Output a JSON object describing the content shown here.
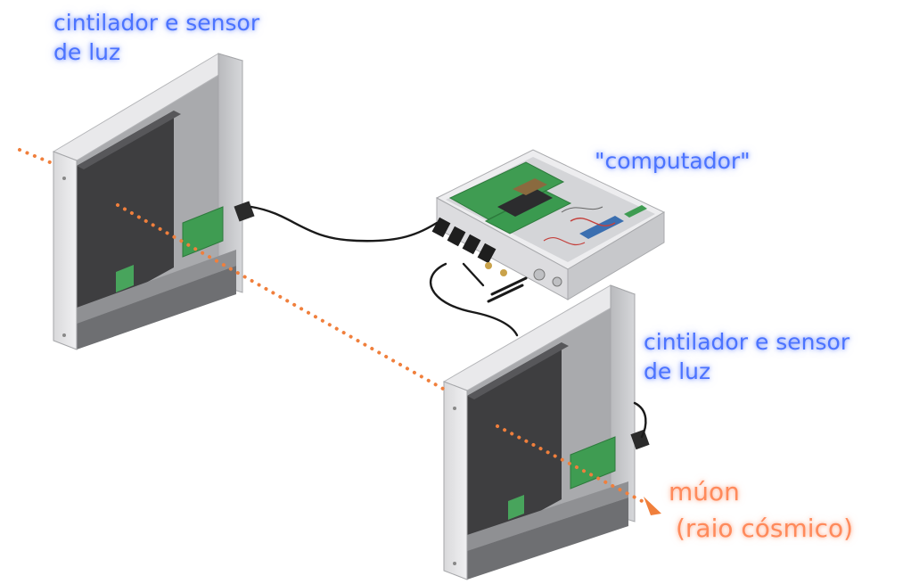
{
  "labels": {
    "detector_top": {
      "line1": "cintilador e sensor",
      "line2": "de luz"
    },
    "computer": "\"computador\"",
    "detector_bottom": {
      "line1": "cintilador e sensor",
      "line2": "de luz"
    },
    "muon": {
      "line1": "múon",
      "line2": "(raio cósmico)"
    }
  },
  "colors": {
    "label_text": "#4b73ff",
    "muon_text": "#ff8a5b",
    "muon_path": "#f07f3c",
    "box_front": "#e6e6e8",
    "box_side": "#c8c9cc",
    "scintillator": "#3e3e40",
    "pcb": "#3f9c52",
    "cable": "#1a1a1a"
  }
}
